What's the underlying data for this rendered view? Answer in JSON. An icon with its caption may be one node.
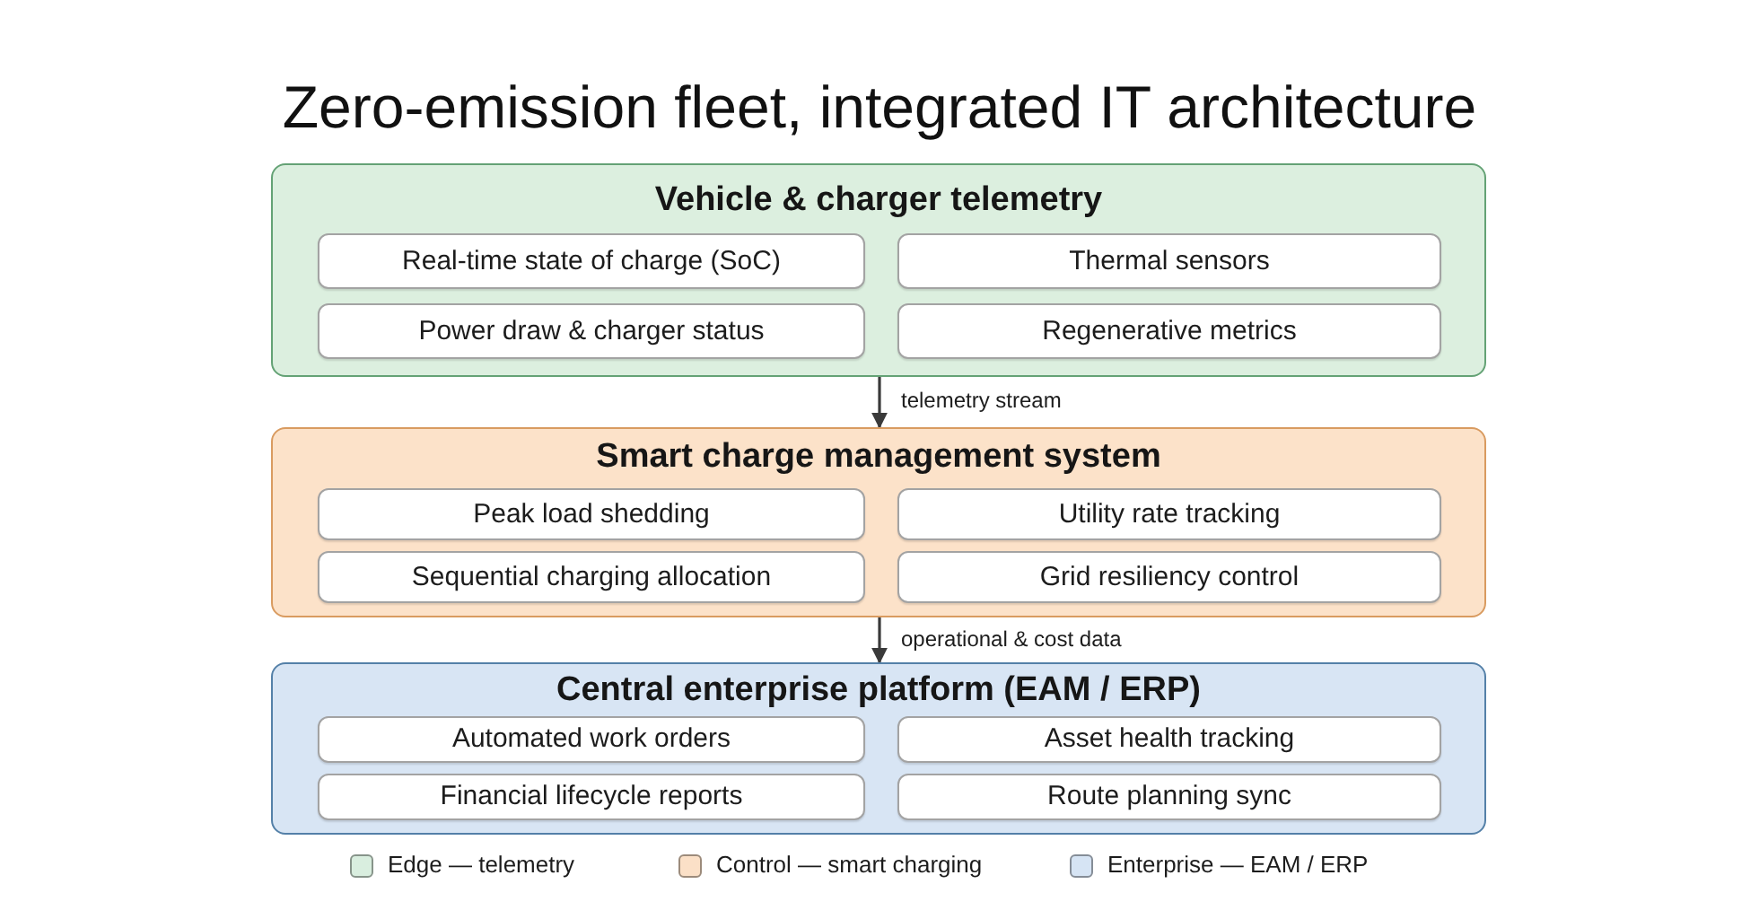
{
  "diagram": {
    "title": "Zero-emission fleet, integrated IT architecture",
    "nodes": [
      {
        "text": [
          "Vehicle & charger telemetry"
        ]
      },
      {
        "text": [
          "Real-time state of charge (SoC)"
        ],
        "in": 0
      },
      {
        "text": [
          "Thermal sensors"
        ],
        "in": 0
      },
      {
        "text": [
          "Power draw & charger status"
        ],
        "in": 0
      },
      {
        "text": [
          "Regenerative metrics"
        ],
        "in": 0
      },
      {
        "text": [
          "Smart charge management system"
        ]
      },
      {
        "text": [
          "Peak load shedding"
        ],
        "in": 5
      },
      {
        "text": [
          "Utility rate tracking"
        ],
        "in": 5
      },
      {
        "text": [
          "Sequential charging allocation"
        ],
        "in": 5
      },
      {
        "text": [
          "Grid resiliency control"
        ],
        "in": 5
      },
      {
        "text": [
          "Central enterprise platform (EAM / ERP)"
        ]
      },
      {
        "text": [
          "Automated work orders"
        ],
        "in": 10
      },
      {
        "text": [
          "Asset health tracking"
        ],
        "in": 10
      },
      {
        "text": [
          "Financial lifecycle reports"
        ],
        "in": 10
      },
      {
        "text": [
          "Route planning sync"
        ],
        "in": 10
      }
    ],
    "edges": [
      {
        "from": 0,
        "to": 5,
        "arrow": "to",
        "label": "telemetry stream"
      },
      {
        "from": 5,
        "to": 10,
        "arrow": "to",
        "label": "operational & cost data"
      }
    ],
    "legend": [
      {
        "text": "Edge — telemetry",
        "color": "#d9eedf"
      },
      {
        "text": "Control — smart charging",
        "color": "#fbe0c7"
      },
      {
        "text": "Enterprise — EAM / ERP",
        "color": "#d6e4f4"
      }
    ]
  }
}
